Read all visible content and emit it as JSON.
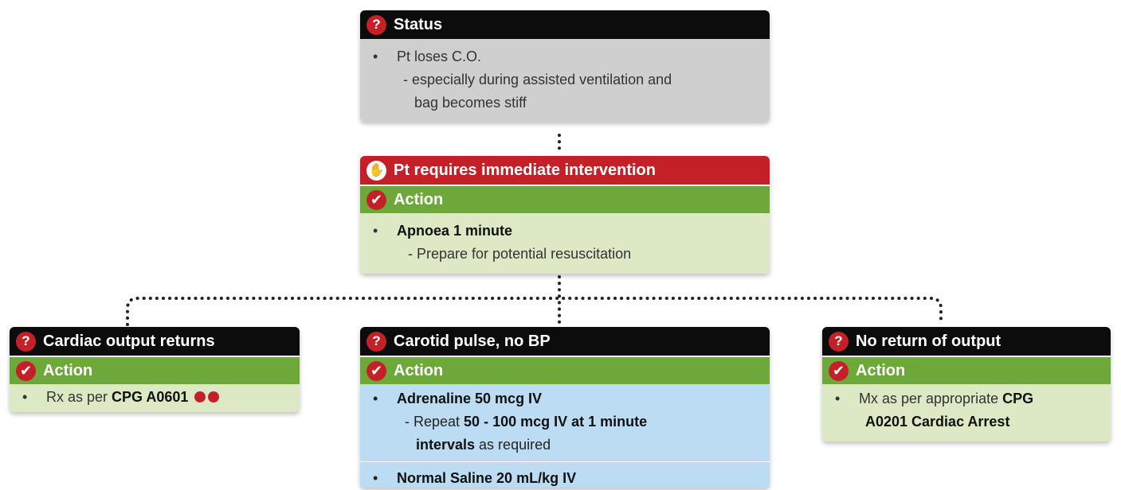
{
  "status": {
    "title": "Status",
    "bullet": "Pt loses C.O.",
    "sub_line1": "- especially during assisted ventilation and",
    "sub_line2": "bag becomes stiff"
  },
  "intervention": {
    "title": "Pt requires immediate intervention",
    "action_label": "Action",
    "bullet": "Apnoea 1 minute",
    "sub": "- Prepare for potential resuscitation"
  },
  "left": {
    "title": "Cardiac output returns",
    "action_label": "Action",
    "bullet_prefix": "Rx as per ",
    "bullet_bold": "CPG A0601"
  },
  "middle": {
    "title": "Carotid pulse, no BP",
    "action_label": "Action",
    "bullet1": "Adrenaline 50 mcg IV",
    "sub_prefix": "- Repeat ",
    "sub_bold1": "50 - 100 mcg IV at 1 minute",
    "sub_bold2": "intervals",
    "sub_suffix": " as required",
    "bullet2": "Normal Saline 20 mL/kg IV"
  },
  "right": {
    "title": "No return of output",
    "action_label": "Action",
    "bullet_prefix": "Mx as per appropriate ",
    "bullet_bold1": "CPG",
    "bullet_bold2": "A0201 Cardiac Arrest"
  },
  "icons": {
    "question": "question-icon",
    "check": "check-icon",
    "hand": "hand-stop-icon"
  },
  "colors": {
    "header_black": "#0c0c0c",
    "header_red": "#c32127",
    "header_green": "#6fa83a",
    "status_grey": "#cfcfcf",
    "light_green": "#dde9c4",
    "light_blue": "#bcdcf4"
  }
}
